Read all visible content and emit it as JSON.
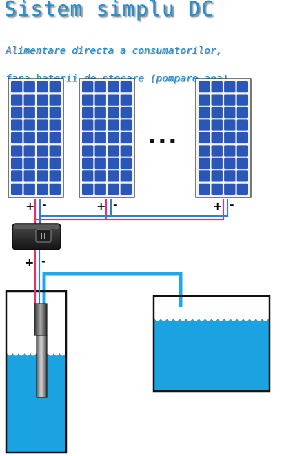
{
  "header": {
    "title": "Sistem simplu DC",
    "subtitle_line1": "Alimentare directa a consumatorilor,",
    "subtitle_line2": "fara baterii de stocare (pompare apa)."
  },
  "diagram": {
    "ellipsis": "...",
    "panel_terminals": {
      "plus": "+",
      "minus": "-"
    },
    "controller_terminals": {
      "plus": "+",
      "minus": "-"
    }
  },
  "colors": {
    "title": "#1f8fd6",
    "panel_cell": "#2a56b8",
    "panel_frame": "#333333",
    "positive_wire": "#e2336f",
    "negative_wire": "#2f7fcf",
    "water": "#1aa3e0",
    "pipe": "#1fa8e6",
    "tank_outline": "#111111"
  }
}
